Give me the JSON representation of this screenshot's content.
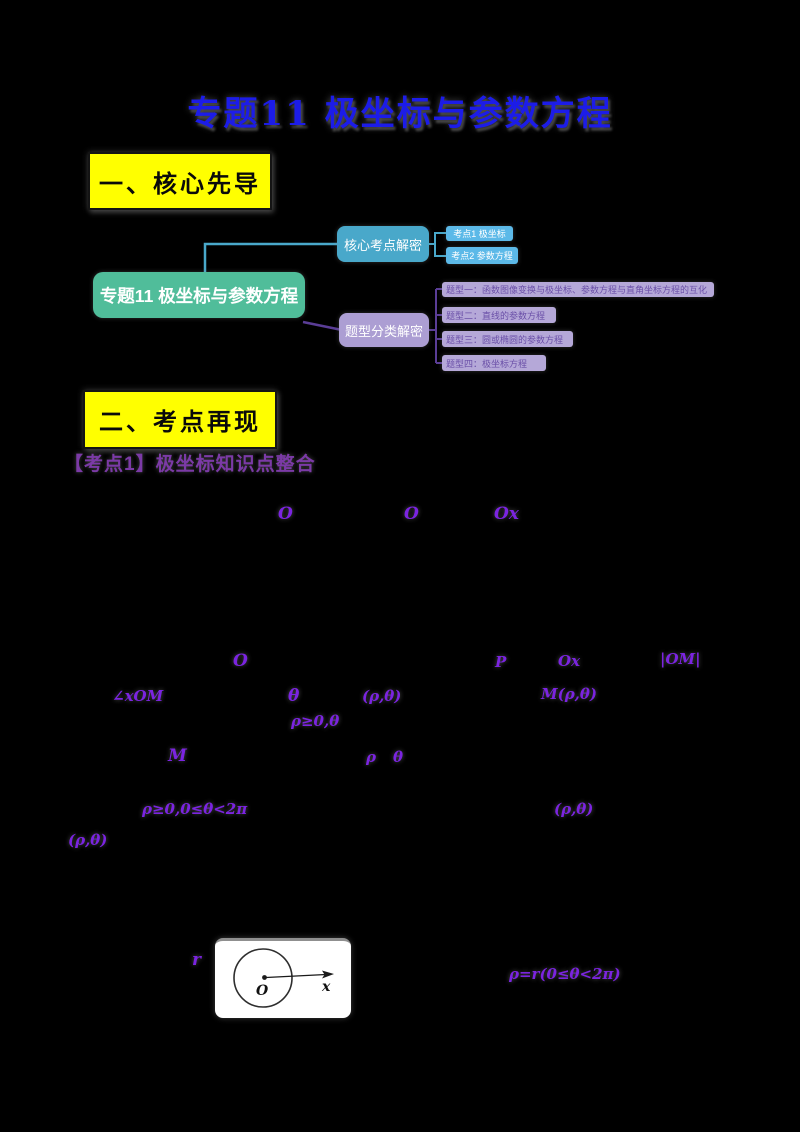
{
  "page": {
    "title": "专题11 极坐标与参数方程"
  },
  "sections": [
    {
      "label": "一、核心先导"
    },
    {
      "label": "二、考点再现"
    }
  ],
  "mindmap": {
    "root_label": "专题11 极坐标与参数方程",
    "kaodian_branch_label": "核心考点解密",
    "kaodian_items": [
      {
        "label": "考点1 极坐标"
      },
      {
        "label": "考点2 参数方程"
      }
    ],
    "tixing_branch_label": "题型分类解密",
    "tixing_items": [
      {
        "label": "题型一：函数图像变换与极坐标、参数方程与直角坐标方程的互化"
      },
      {
        "label": "题型二：直线的参数方程"
      },
      {
        "label": "题型三：圆或椭圆的参数方程"
      },
      {
        "label": "题型四：极坐标方程"
      }
    ]
  },
  "content": {
    "kaodian1_heading": "【考点1】极坐标知识点整合"
  },
  "fragments": {
    "f1": "O",
    "f2": "O",
    "f3": "Ox",
    "f4": "O",
    "f5": "P",
    "f6": "Ox",
    "f7": "|OM|",
    "f8": "∠xOM",
    "f9": "θ",
    "f10": "(ρ,θ)",
    "f11": "M(ρ,θ)",
    "f12": "ρ≥0,θ",
    "f13": "M",
    "f14": "ρ",
    "f15": "θ",
    "f16": "ρ≥0,0≤θ<2π",
    "f17": "(ρ,θ)",
    "f18": "(ρ,θ)",
    "f19": "r",
    "f20": "ρ=r(0≤θ<2π)"
  },
  "diagram": {
    "center_label": "O",
    "axis_label": "x"
  },
  "colors": {
    "title_blue": "#1c1ce8",
    "banner_yellow": "#ffff00",
    "mindmap_green": "#50bd9a",
    "mindmap_teal": "#49a8ca",
    "mindmap_skyblue": "#5cb9e8",
    "mindmap_purple": "#ac9ed3",
    "heading_purple": "#7b3aa6",
    "math_purple": "#7b24e0"
  }
}
